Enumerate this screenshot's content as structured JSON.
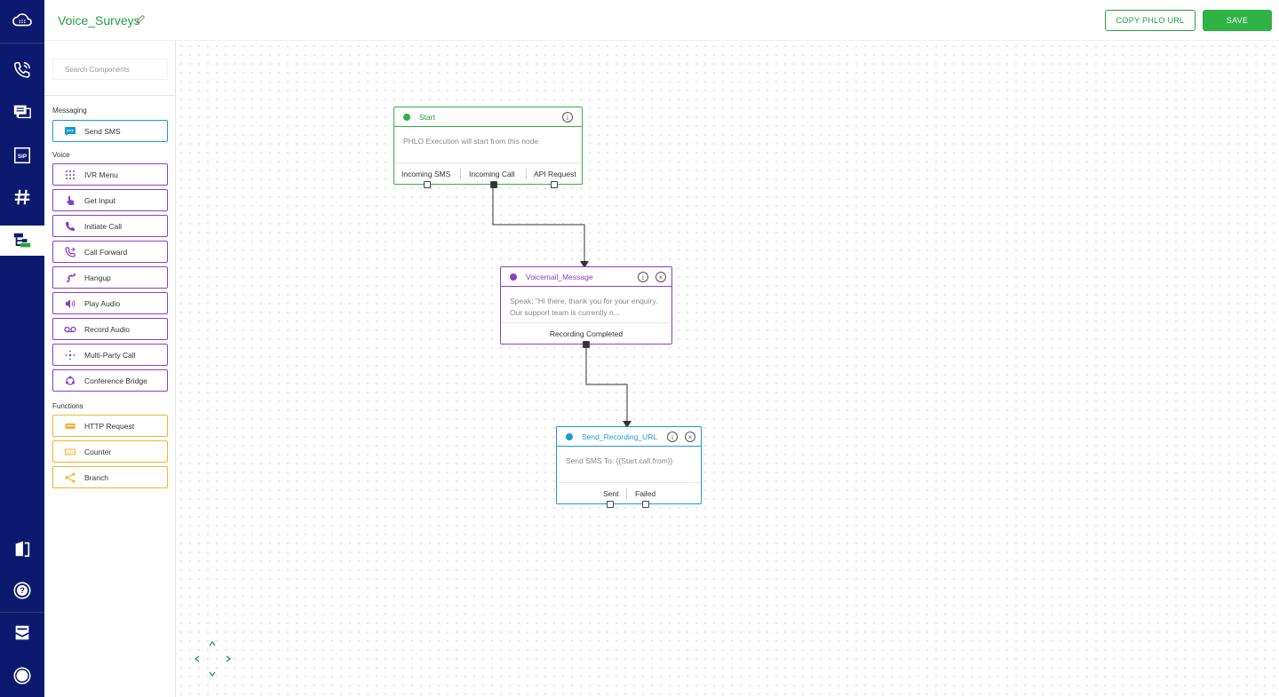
{
  "app": {
    "title": "Voice_Surveys"
  },
  "toolbar": {
    "copy_label": "COPY PHLO URL",
    "save_label": "SAVE"
  },
  "panel": {
    "search_placeholder": "Search Components",
    "sections": {
      "messaging": "Messaging",
      "voice": "Voice",
      "functions": "Functions"
    },
    "messaging": [
      {
        "label": "Send SMS",
        "icon": "sms-icon"
      }
    ],
    "voice": [
      {
        "label": "IVR Menu",
        "icon": "keypad-icon"
      },
      {
        "label": "Get Input",
        "icon": "touch-input-icon"
      },
      {
        "label": "Initiate Call",
        "icon": "phone-icon"
      },
      {
        "label": "Call Forward",
        "icon": "call-forward-icon"
      },
      {
        "label": "Hangup",
        "icon": "hangup-icon"
      },
      {
        "label": "Play Audio",
        "icon": "speaker-icon"
      },
      {
        "label": "Record Audio",
        "icon": "voicemail-icon"
      },
      {
        "label": "Multi-Party Call",
        "icon": "multiparty-icon"
      },
      {
        "label": "Conference Bridge",
        "icon": "conference-icon"
      }
    ],
    "functions": [
      {
        "label": "HTTP Request",
        "icon": "http-icon"
      },
      {
        "label": "Counter",
        "icon": "counter-icon"
      },
      {
        "label": "Branch",
        "icon": "branch-icon"
      }
    ]
  },
  "nodes": {
    "start": {
      "title": "Start",
      "body": "PHLO Execution will start from this node",
      "outputs": [
        "Incoming SMS",
        "Incoming Call",
        "API Request"
      ]
    },
    "voicemail": {
      "title": "Voicemail_Message",
      "body": "Speak: \"Hi there, thank you for your enquiry. Our support team is currently n...",
      "outputs": [
        "Recording Completed"
      ]
    },
    "send_recording": {
      "title": "Send_Recording_URL",
      "body": "Send SMS To: {{Start.call.from}}",
      "outputs": [
        "Sent",
        "Failed"
      ]
    }
  },
  "colors": {
    "rail": "#0b1a6e",
    "green": "#23a03a",
    "messaging": "#1a9bd7",
    "voice": "#8b3fc4",
    "functions": "#f4b22c"
  }
}
